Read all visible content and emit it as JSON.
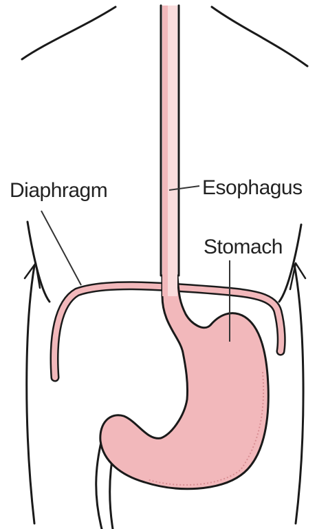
{
  "labels": {
    "diaphragm": "Diaphragm",
    "esophagus": "Esophagus",
    "stomach": "Stomach"
  },
  "colors": {
    "organ_fill": "#f2b8bb",
    "esophagus_light": "#f9dcdc",
    "outline": "#1a1a1a",
    "background": "#ffffff"
  }
}
